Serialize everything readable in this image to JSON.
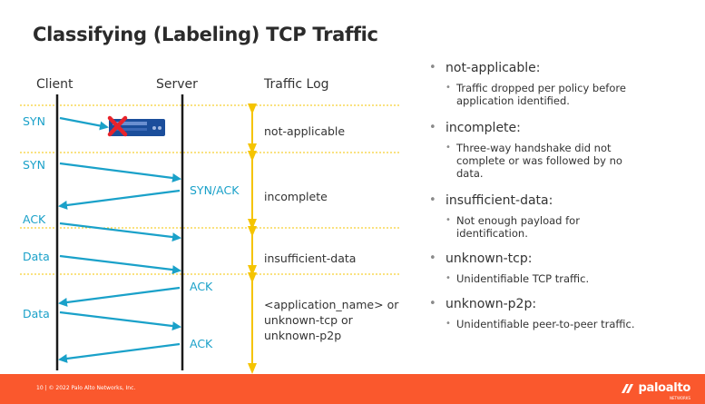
{
  "title": "Classifying (Labeling) TCP Traffic",
  "diagram": {
    "headers": {
      "client": "Client",
      "server": "Server",
      "log": "Traffic Log"
    },
    "client_labels": {
      "syn1": "SYN",
      "syn2": "SYN",
      "ack": "ACK",
      "data1": "Data",
      "data2": "Data"
    },
    "server_labels": {
      "synack": "SYN/ACK",
      "ack1": "ACK",
      "ack2": "ACK"
    },
    "log_labels": {
      "not_applicable": "not-applicable",
      "incomplete": "incomplete",
      "insufficient": "insufficient-data",
      "app_line1": "<application_name> or",
      "app_line2": "unknown-tcp or",
      "app_line3": "unknown-p2p"
    },
    "colors": {
      "arrow": "#1aa1c9",
      "divider": "#f5c400",
      "line": "#1a1a1a",
      "block": "#e8232b"
    }
  },
  "panel": {
    "items": [
      {
        "term": "not-applicable:",
        "desc": [
          "Traffic dropped per policy before",
          "application identified."
        ]
      },
      {
        "term": "incomplete:",
        "desc": [
          "Three-way handshake did not",
          "complete or was followed by no",
          "data."
        ]
      },
      {
        "term": "insufficient-data:",
        "desc": [
          "Not enough payload for",
          "identification."
        ]
      },
      {
        "term": "unknown-tcp:",
        "desc": [
          "Unidentifiable TCP traffic."
        ]
      },
      {
        "term": "unknown-p2p:",
        "desc": [
          "Unidentifiable peer-to-peer traffic."
        ]
      }
    ]
  },
  "footer": {
    "text": "10 | © 2022 Palo Alto Networks, Inc.",
    "logo": "paloalto",
    "logo_sub": "NETWORKS",
    "color": "#fa582d"
  }
}
